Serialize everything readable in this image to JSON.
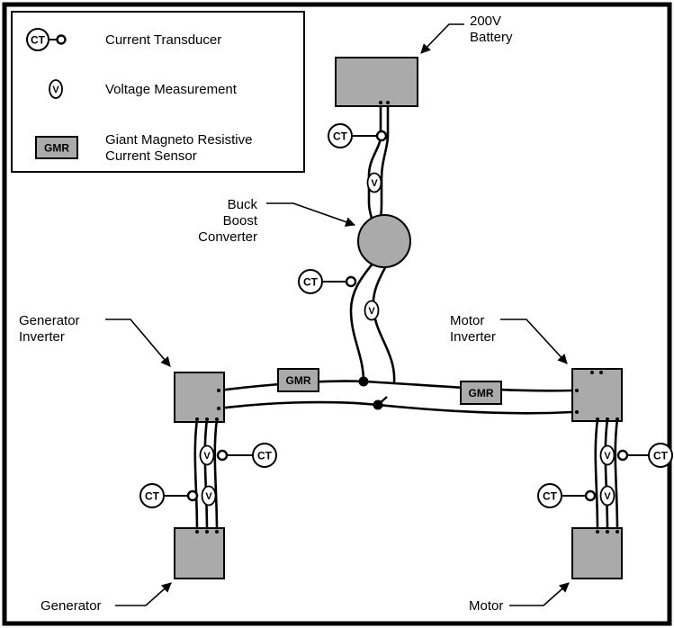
{
  "legend": {
    "ct_symbol": "CT",
    "ct_desc": "Current Transducer",
    "v_symbol": "V",
    "v_desc": "Voltage Measurement",
    "gmr_symbol": "GMR",
    "gmr_desc_line1": "Giant Magneto Resistive",
    "gmr_desc_line2": "Current Sensor"
  },
  "components": {
    "battery": [
      "200V",
      "Battery"
    ],
    "converter": [
      "Buck",
      "Boost",
      "Converter"
    ],
    "gen_inverter": [
      "Generator",
      "Inverter"
    ],
    "motor_inverter": [
      "Motor",
      "Inverter"
    ],
    "generator": "Generator",
    "motor": "Motor"
  },
  "sensors": {
    "ct": "CT",
    "v": "V",
    "gmr": "GMR"
  },
  "colors": {
    "component_fill": "#aaaaaa",
    "line": "#000000",
    "background": "#ffffff"
  }
}
